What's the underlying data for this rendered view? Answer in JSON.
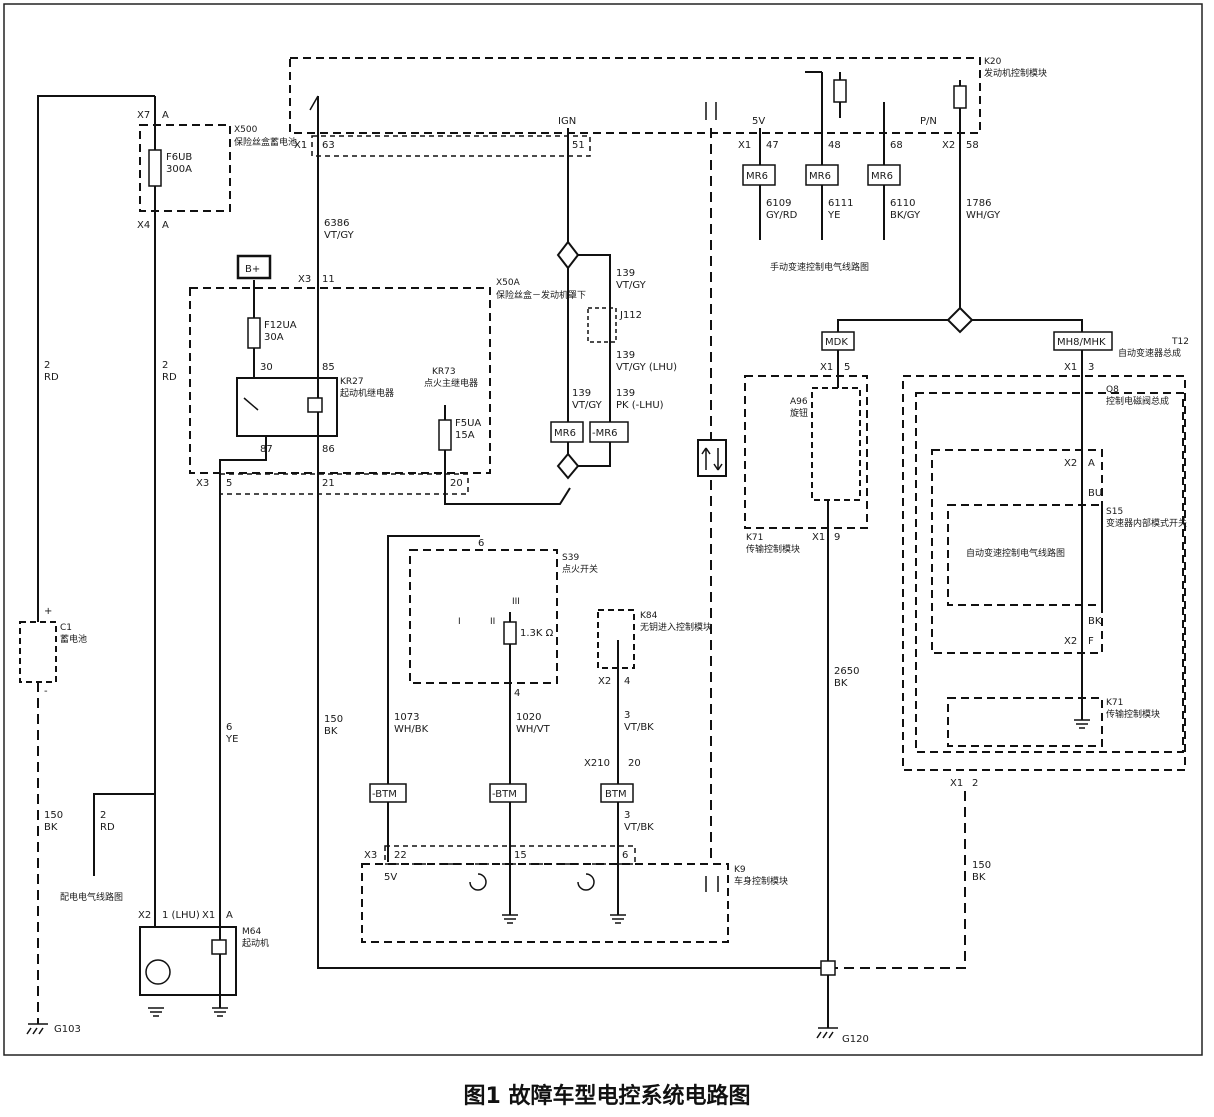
{
  "caption": "图1 故障车型电控系统电路图",
  "components": {
    "k20": {
      "id": "K20",
      "name": "发动机控制模块"
    },
    "x50o": {
      "id": "X500",
      "name": "保险丝盒蓄电池"
    },
    "x50a": {
      "id": "X50A",
      "name": "保险丝盒－发动机罩下"
    },
    "kr27": {
      "id": "KR27",
      "name": "起动机继电器"
    },
    "kr73": {
      "id": "KR73",
      "name": "点火主继电器"
    },
    "c1": {
      "id": "C1",
      "name": "蓄电池"
    },
    "m64": {
      "id": "M64",
      "name": "起动机"
    },
    "s39": {
      "id": "S39",
      "name": "点火开关"
    },
    "k84": {
      "id": "K84",
      "name": "无钥进入控制模块"
    },
    "k9": {
      "id": "K9",
      "name": "车身控制模块"
    },
    "k71a": {
      "id": "K71",
      "name": "传输控制模块"
    },
    "a96": {
      "id": "A96",
      "name": "旋钮"
    },
    "t12": {
      "id": "T12",
      "name": "自动变速器总成"
    },
    "q8": {
      "id": "Q8",
      "name": "控制电磁阀总成"
    },
    "s15": {
      "id": "S15",
      "name": "变速器内部模式开关"
    },
    "k71b": {
      "id": "K71",
      "name": "传输控制模块"
    }
  },
  "fuses": {
    "f6ub": {
      "id": "F6UB",
      "rating": "300A"
    },
    "f12ua": {
      "id": "F12UA",
      "rating": "30A"
    },
    "f5ua": {
      "id": "F5UA",
      "rating": "15A"
    }
  },
  "grounds": {
    "g103": "G103",
    "g120": "G120"
  },
  "wires": {
    "w6386": {
      "circuit": "6386",
      "color": "VT/GY"
    },
    "w139a": {
      "circuit": "139",
      "color": "VT/GY"
    },
    "w139b": {
      "circuit": "139",
      "color": "VT/GY (LHU)"
    },
    "w139c": {
      "circuit": "139",
      "color": "VT/GY"
    },
    "w139d": {
      "circuit": "139",
      "color": "PK (-LHU)"
    },
    "w6109": {
      "circuit": "6109",
      "color": "GY/RD"
    },
    "w6111": {
      "circuit": "6111",
      "color": "YE"
    },
    "w6110": {
      "circuit": "6110",
      "color": "BK/GY"
    },
    "w1786": {
      "circuit": "1786",
      "color": "WH/GY"
    },
    "w2a": {
      "circuit": "2",
      "color": "RD"
    },
    "w2b": {
      "circuit": "2",
      "color": "RD"
    },
    "w2c": {
      "circuit": "2",
      "color": "RD"
    },
    "w6": {
      "circuit": "6",
      "color": "YE"
    },
    "w150a": {
      "circuit": "150",
      "color": "BK"
    },
    "w150b": {
      "circuit": "150",
      "color": "BK"
    },
    "w150c": {
      "circuit": "150",
      "color": "BK"
    },
    "w1073": {
      "circuit": "1073",
      "color": "WH/BK"
    },
    "w1020": {
      "circuit": "1020",
      "color": "WH/VT"
    },
    "w3a": {
      "circuit": "3",
      "color": "VT/BK"
    },
    "w3b": {
      "circuit": "3",
      "color": "VT/BK"
    },
    "w2650": {
      "circuit": "2650",
      "color": "BK"
    },
    "bu": "BU",
    "bk": "BK"
  },
  "labels": {
    "bplus": "B+",
    "ign": "IGN",
    "v5a": "5V",
    "v5b": "5V",
    "pn": "P/N",
    "mr6": "MR6",
    "mr6neg": "-MR6",
    "btm": "BTM",
    "btmneg": "-BTM",
    "mdk": "MDK",
    "mh8": "MH8/MHK",
    "j112": "J112",
    "res": "1.3K Ω",
    "manual_trans": "手动变速控制电气线路图",
    "auto_trans": "自动变速控制电气线路图",
    "power_dist": "配电电气线路图",
    "m64pin": "1 (LHU)",
    "s39p1": "I",
    "s39p2": "II",
    "s39p3": "III"
  },
  "connectors": {
    "x7": "X7",
    "a1": "A",
    "x4": "X4",
    "a2": "A",
    "x1_k20": "X1",
    "p63": "63",
    "p51": "51",
    "x1_k20b": "X1",
    "p47": "47",
    "p48": "48",
    "p68": "68",
    "x2_k20": "X2",
    "p58": "58",
    "x3_top": "X3",
    "p11": "11",
    "p30": "30",
    "p85": "85",
    "p87": "87",
    "p86": "86",
    "x3_bot": "X3",
    "p5": "5",
    "p21": "21",
    "p20": "20",
    "x1_k71": "X1",
    "p5b": "5",
    "x1_k71b": "X1",
    "p9": "9",
    "x1_t12": "X1",
    "p3": "3",
    "x2_a": "X2",
    "pa": "A",
    "x2_f": "X2",
    "pf": "F",
    "x1_bot": "X1",
    "p2": "2",
    "p6s": "6",
    "p4s": "4",
    "x2_k84": "X2",
    "p4k": "4",
    "x210": "X210",
    "p20x": "20",
    "x3_k9": "X3",
    "p22": "22",
    "p15": "15",
    "p6k": "6",
    "x2_m64": "X2",
    "x1_m64": "X1",
    "a_m64": "A",
    "plus": "+",
    "minus": "-"
  }
}
